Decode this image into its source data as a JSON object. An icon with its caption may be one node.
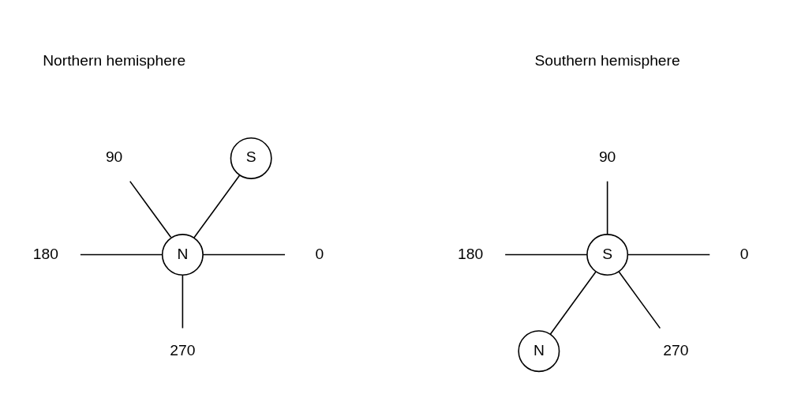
{
  "diagram": {
    "nodes": [
      {
        "text": [
          "90"
        ]
      },
      {
        "text": [
          "S"
        ]
      },
      {
        "text": [
          "180"
        ]
      },
      {
        "text": [
          "N"
        ]
      },
      {
        "text": [
          "0"
        ]
      },
      {
        "text": [
          "270"
        ]
      },
      {
        "text": [
          "90"
        ]
      },
      {
        "text": [
          "180"
        ]
      },
      {
        "text": [
          "S"
        ]
      },
      {
        "text": [
          "0"
        ]
      },
      {
        "text": [
          "N"
        ]
      },
      {
        "text": [
          "270"
        ]
      }
    ],
    "edges": [
      {
        "from": 0,
        "to": 3,
        "arrow": "none"
      },
      {
        "from": 1,
        "to": 3,
        "arrow": "none"
      },
      {
        "from": 2,
        "to": 3,
        "arrow": "none"
      },
      {
        "from": 3,
        "to": 4,
        "arrow": "none"
      },
      {
        "from": 3,
        "to": 5,
        "arrow": "none"
      },
      {
        "from": 6,
        "to": 8,
        "arrow": "none"
      },
      {
        "from": 7,
        "to": 8,
        "arrow": "none"
      },
      {
        "from": 8,
        "to": 9,
        "arrow": "none"
      },
      {
        "from": 8,
        "to": 10,
        "arrow": "none"
      },
      {
        "from": 8,
        "to": 11,
        "arrow": "none"
      }
    ],
    "labels": [
      "Northern hemisphere",
      "Southern hemisphere"
    ]
  }
}
